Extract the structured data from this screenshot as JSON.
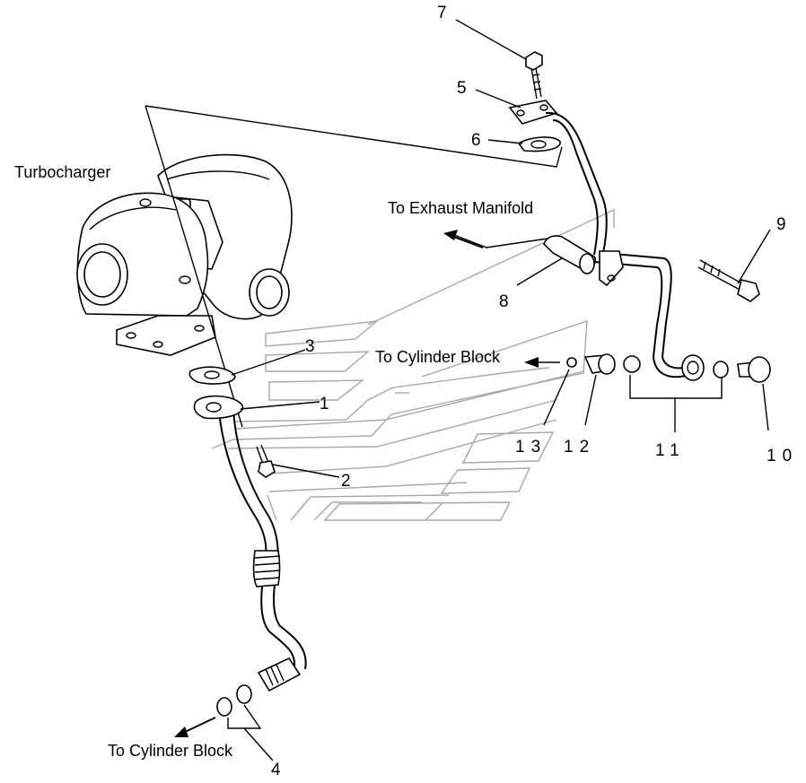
{
  "labels": {
    "turbocharger": "Turbocharger",
    "to_exhaust_manifold": "To Exhaust Manifold",
    "to_cylinder_block_upper": "To Cylinder Block",
    "to_cylinder_block_lower": "To Cylinder Block"
  },
  "callouts": {
    "p1": "1",
    "p2": "2",
    "p3": "3",
    "p4": "4",
    "p5": "5",
    "p6": "6",
    "p7": "7",
    "p8": "8",
    "p9": "9",
    "p10": "10",
    "p11": "11",
    "p12": "12",
    "p13": "13"
  }
}
